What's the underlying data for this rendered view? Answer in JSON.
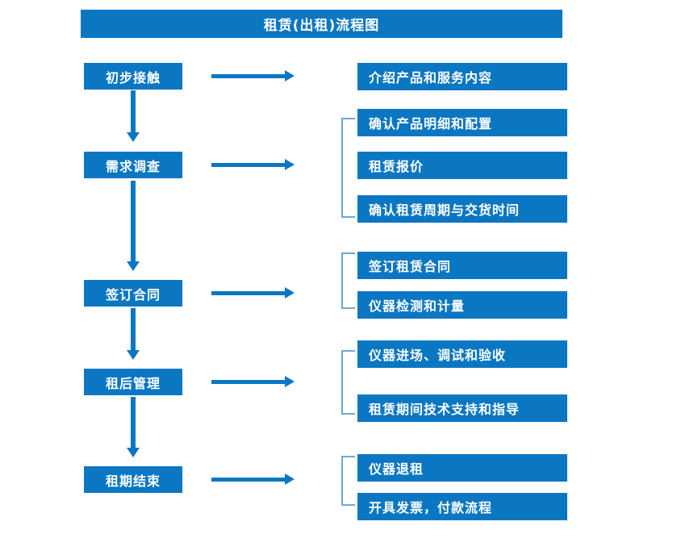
{
  "title": "租赁(出租)流程图",
  "colors": {
    "box_fill": "#0b77c2",
    "box_text": "#ffffff",
    "arrow": "#0b77c2",
    "bracket": "#6fa8d4",
    "background": "#ffffff"
  },
  "stages": [
    {
      "id": "stage-1",
      "label": "初步接触"
    },
    {
      "id": "stage-2",
      "label": "需求调查"
    },
    {
      "id": "stage-3",
      "label": "签订合同"
    },
    {
      "id": "stage-4",
      "label": "租后管理"
    },
    {
      "id": "stage-5",
      "label": "租期结束"
    }
  ],
  "details": {
    "group1": [
      {
        "label": "介绍产品和服务内容"
      }
    ],
    "group2": [
      {
        "label": "确认产品明细和配置"
      },
      {
        "label": "租赁报价"
      },
      {
        "label": "确认租赁周期与交货时间"
      }
    ],
    "group3": [
      {
        "label": "签订租赁合同"
      },
      {
        "label": "仪器检测和计量"
      }
    ],
    "group4": [
      {
        "label": "仪器进场、调试和验收"
      },
      {
        "label": "租赁期间技术支持和指导"
      }
    ],
    "group5": [
      {
        "label": "仪器退租"
      },
      {
        "label": "开具发票，付款流程"
      }
    ]
  }
}
